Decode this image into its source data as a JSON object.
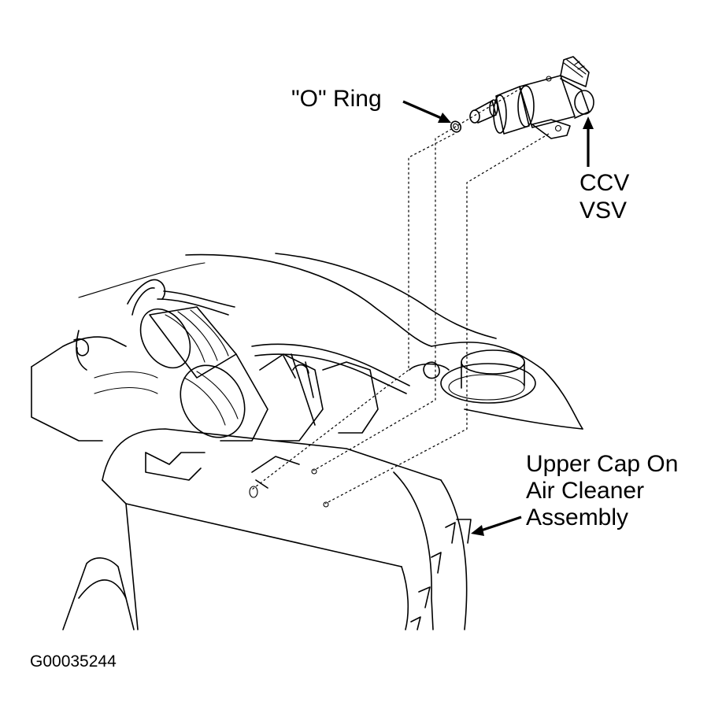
{
  "labels": {
    "o_ring": "\"O\" Ring",
    "ccv_line1": "CCV",
    "ccv_line2": "VSV",
    "upper_cap_line1": "Upper Cap On",
    "upper_cap_line2": "Air Cleaner",
    "upper_cap_line3": "Assembly",
    "figure_code": "G00035244"
  },
  "colors": {
    "ink": "#000000",
    "background": "#ffffff"
  }
}
